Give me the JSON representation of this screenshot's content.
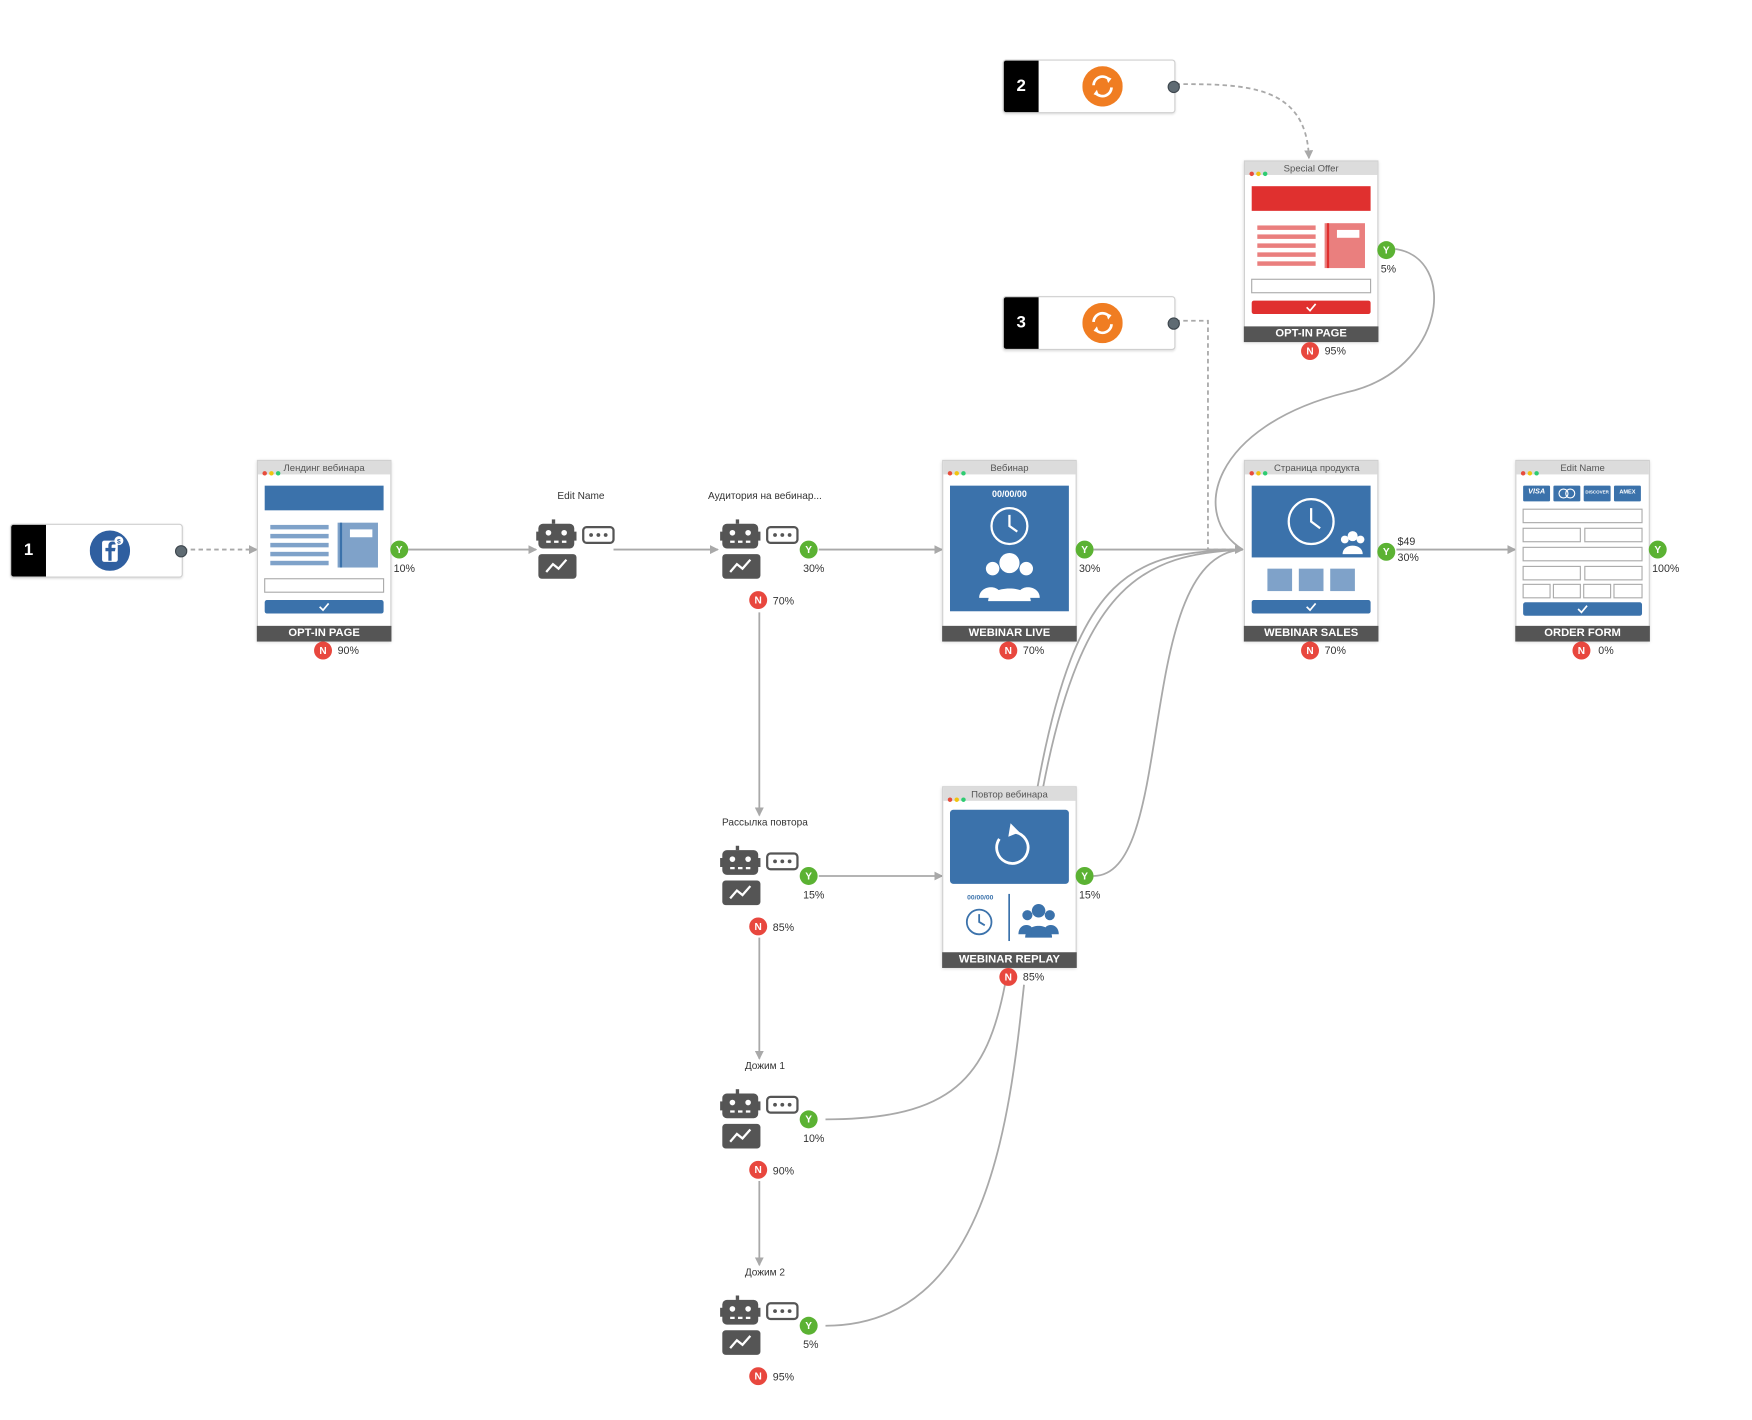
{
  "sources": [
    {
      "id": "s1",
      "number": "1",
      "icon": "facebook-icon"
    },
    {
      "id": "s2",
      "number": "2",
      "icon": "refresh-icon"
    },
    {
      "id": "s3",
      "number": "3",
      "icon": "refresh-icon"
    }
  ],
  "pages": {
    "landing": {
      "title": "Лендинг вебинара",
      "label": "OPT-IN PAGE",
      "yes_pct": "10%",
      "no_pct": "90%"
    },
    "webinar": {
      "title": "Вебинар",
      "label": "WEBINAR LIVE",
      "date": "00/00/00",
      "yes_pct": "30%",
      "no_pct": "70%"
    },
    "replay": {
      "title": "Повтор вебинара",
      "label": "WEBINAR REPLAY",
      "date": "00/00/00",
      "yes_pct": "15%",
      "no_pct": "85%"
    },
    "special": {
      "title": "Special Offer",
      "label": "OPT-IN PAGE",
      "yes_pct": "5%",
      "no_pct": "95%"
    },
    "sales": {
      "title": "Страница продукта",
      "label": "WEBINAR SALES",
      "price": "$49",
      "yes_pct": "30%",
      "no_pct": "70%"
    },
    "order": {
      "title": "Edit Name",
      "label": "ORDER FORM",
      "yes_pct": "100%",
      "no_pct": "0%",
      "cards": [
        "VISA",
        "MC",
        "DISCOVER",
        "AMEX"
      ]
    }
  },
  "robots": {
    "r1": {
      "label": "Edit Name"
    },
    "r2": {
      "label": "Аудитория на вебинар...",
      "yes_pct": "30%",
      "no_pct": "70%"
    },
    "r3": {
      "label": "Рассылка повтора",
      "yes_pct": "15%",
      "no_pct": "85%"
    },
    "r4": {
      "label": "Дожим 1",
      "yes_pct": "10%",
      "no_pct": "90%"
    },
    "r5": {
      "label": "Дожим 2",
      "yes_pct": "5%",
      "no_pct": "95%"
    }
  },
  "badge_text": {
    "yes": "Y",
    "no": "N"
  },
  "colors": {
    "blue": "#3b72ab",
    "red": "#e0302f",
    "orange": "#f07d22",
    "green": "#5bb233",
    "badge_red": "#e8473e",
    "line": "#a9a9a9"
  }
}
